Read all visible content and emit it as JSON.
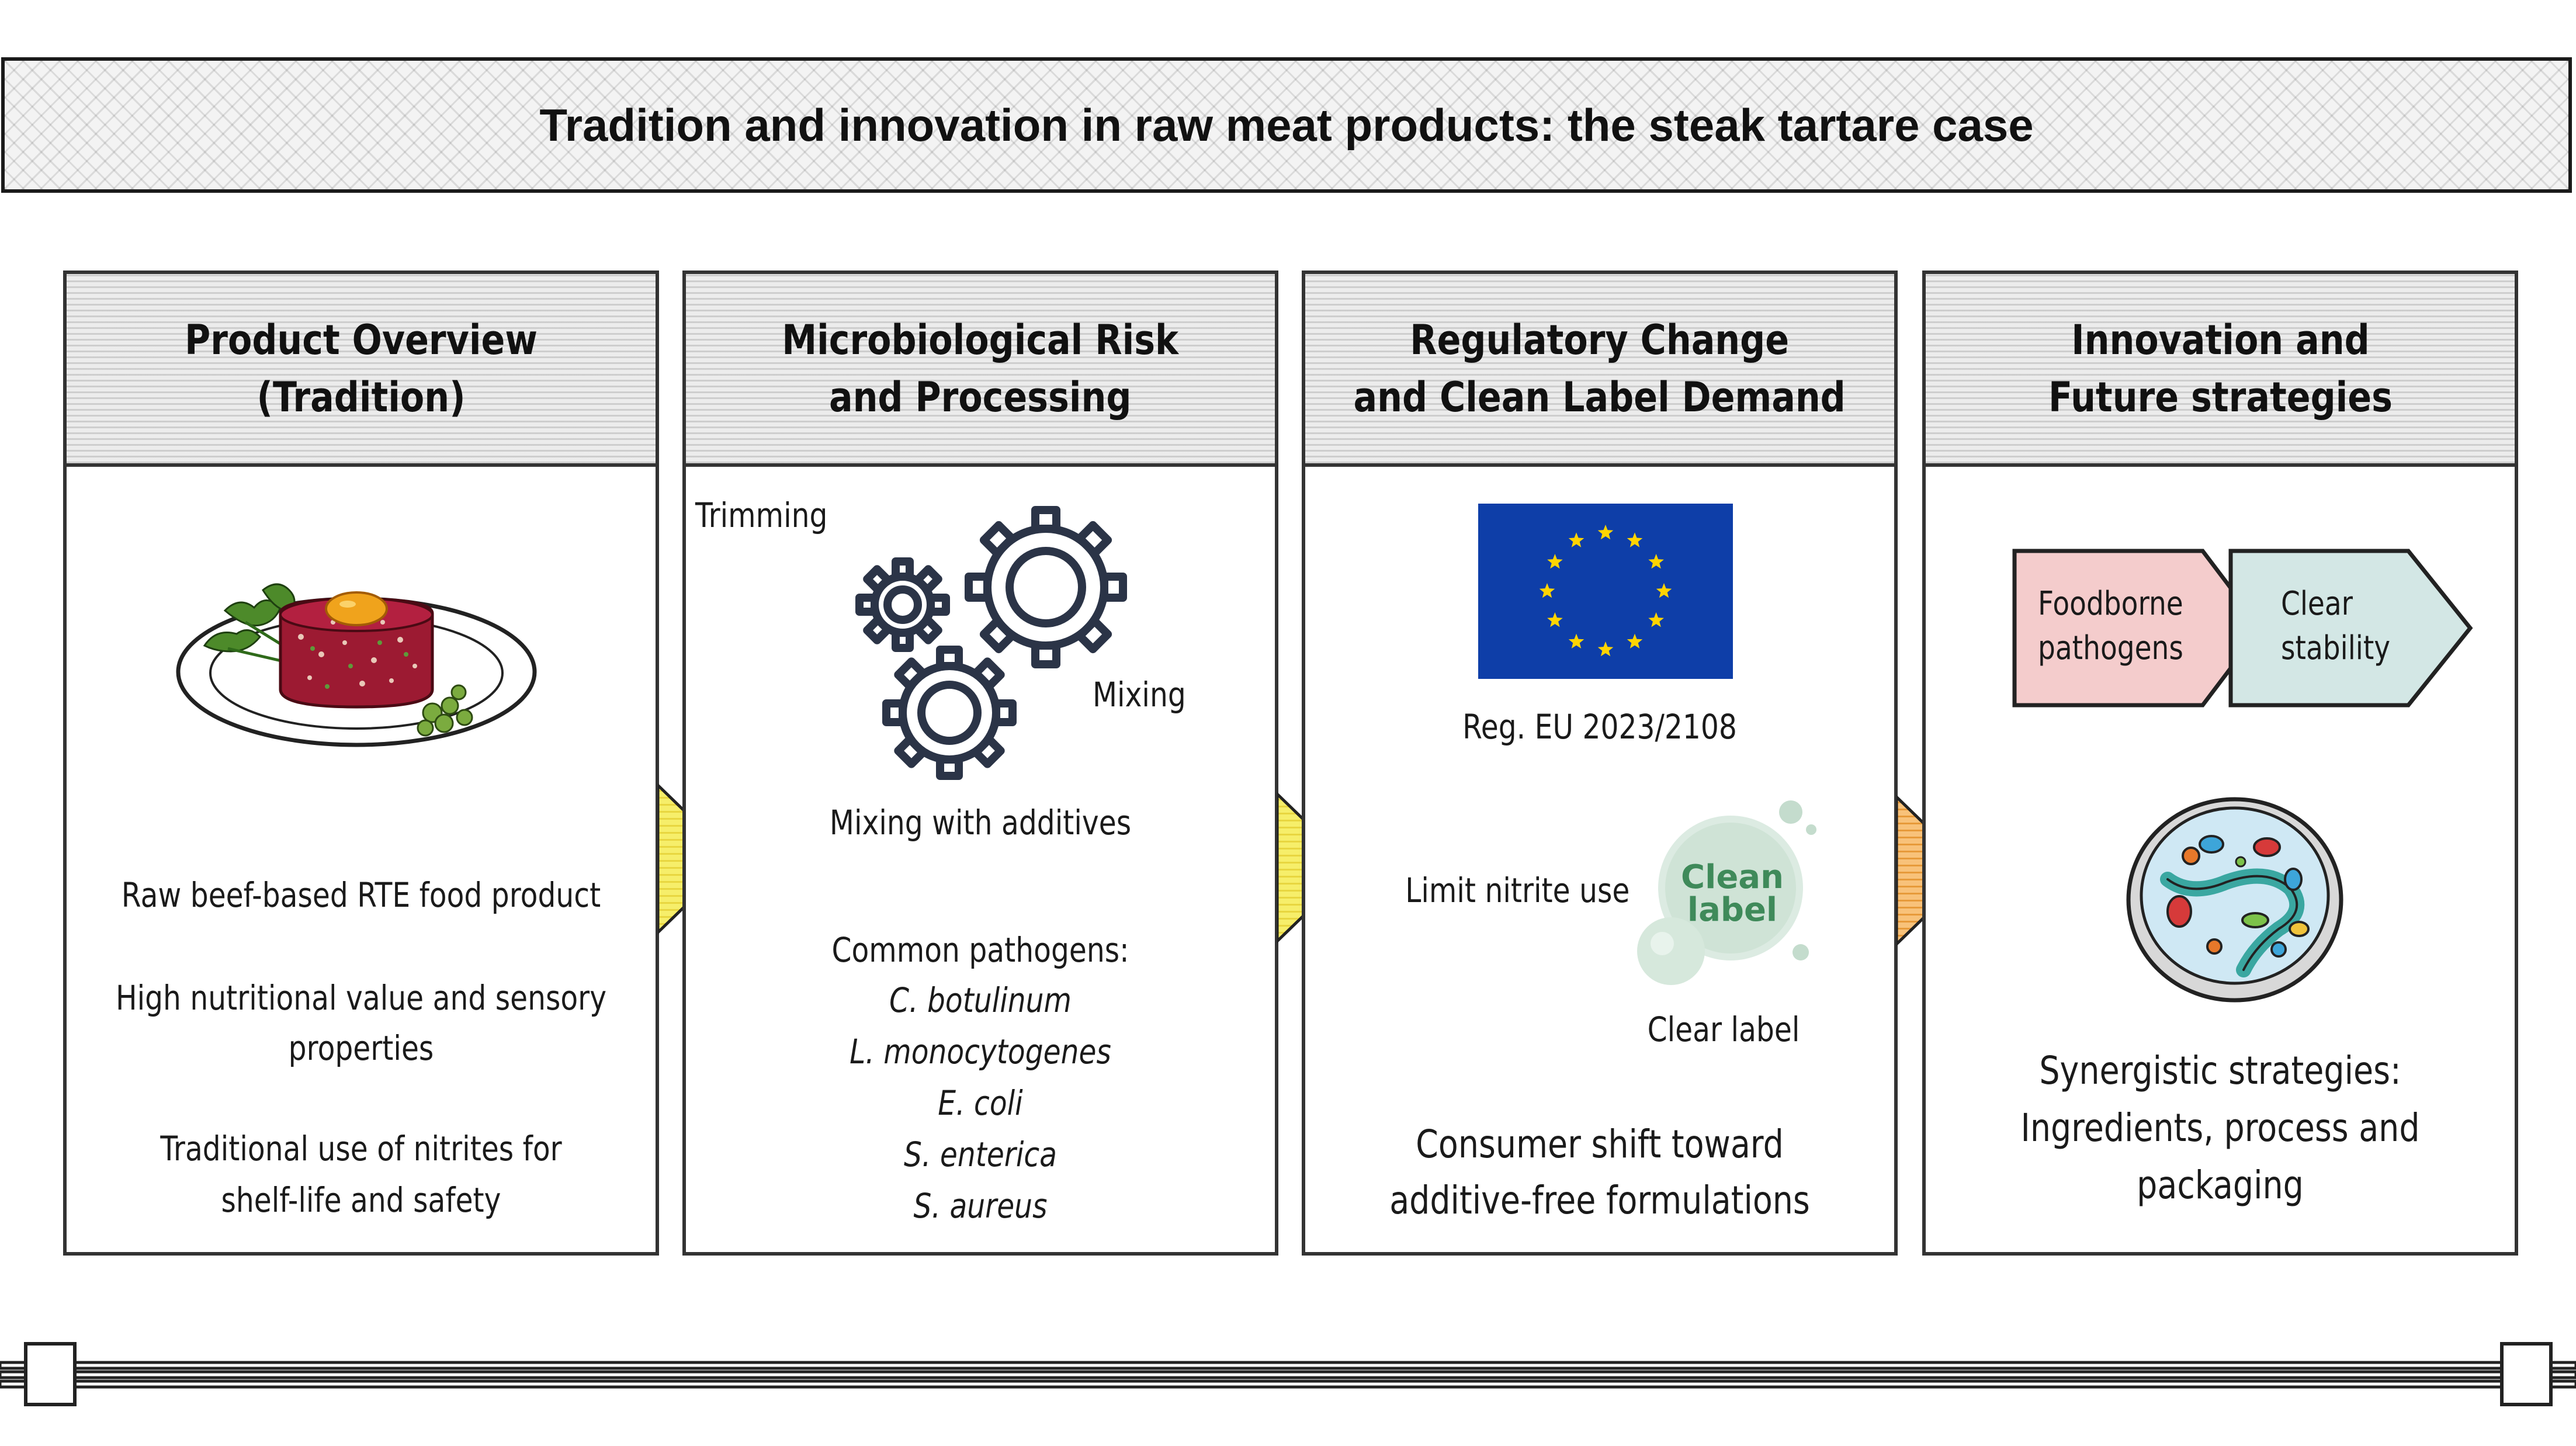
{
  "title": "Tradition and innovation in raw meat products: the steak tartare case",
  "panels": [
    {
      "heading_line1": "Product Overview",
      "heading_line2": "(Tradition)",
      "texts": [
        "Raw beef-based RTE food product",
        "High nutritional value and sensory",
        "properties",
        "Traditional use of nitrites for",
        "shelf-life and safety"
      ]
    },
    {
      "heading_line1": "Microbiological Risk",
      "heading_line2": "and Processing",
      "label_trimming": "Trimming",
      "label_mixing": "Mixing",
      "label_additives": "Mixing with additives",
      "pathogens_title": "Common pathogens:",
      "pathogens": [
        "C. botulinum",
        "L. monocytogenes",
        "E. coli",
        "S. enterica",
        "S. aureus"
      ]
    },
    {
      "heading_line1": "Regulatory Change",
      "heading_line2": "and Clean Label Demand",
      "regulation": "Reg. EU 2023/2108",
      "limit_text": "Limit nitrite use",
      "badge_line1": "Clean",
      "badge_line2": "label",
      "badge_caption": "Clear label",
      "consumer_line1": "Consumer shift toward",
      "consumer_line2": "additive-free formulations"
    },
    {
      "heading_line1": "Innovation and",
      "heading_line2": "Future strategies",
      "arrow1_line1": "Foodborne",
      "arrow1_line2": "pathogens",
      "arrow2_line1": "Clear",
      "arrow2_line2": "stability",
      "strategy_line1": "Synergistic strategies:",
      "strategy_line2": "Ingredients, process and",
      "strategy_line3": "packaging"
    }
  ],
  "colors": {
    "eu_blue": "#0e3ea8",
    "eu_star": "#ffd400",
    "arrow1_fill": "#f4cccc",
    "arrow2_fill": "#d3e7e5",
    "clean_label_green": "#3f8a5a",
    "connector_yellow": "#f6ee6a",
    "connector_orange": "#f4b25e"
  },
  "icons": [
    "steak-tartare-plate-icon",
    "gears-icon",
    "eu-flag-icon",
    "clean-label-badge-icon",
    "petri-dish-icon"
  ]
}
